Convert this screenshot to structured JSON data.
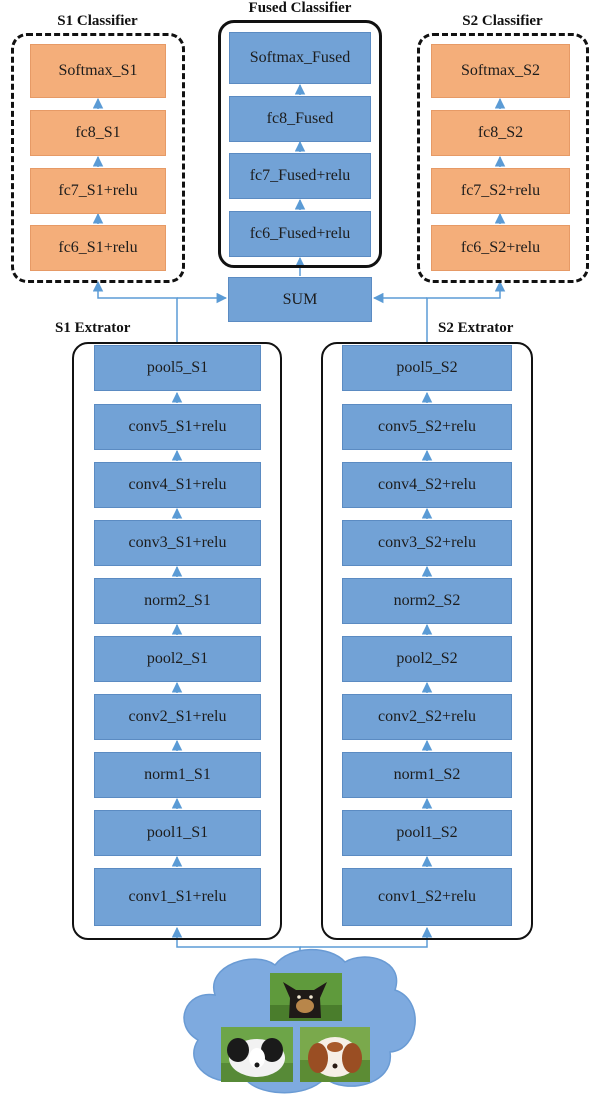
{
  "titles": {
    "s1_classifier": "S1 Classifier",
    "fused_classifier": "Fused Classifier",
    "s2_classifier": "S2  Classifier",
    "s1_extractor": "S1 Extrator",
    "s2_extractor": "S2 Extrator"
  },
  "s1_classifier": [
    "Softmax_S1",
    "fc8_S1",
    "fc7_S1+relu",
    "fc6_S1+relu"
  ],
  "fused_classifier": [
    "Softmax_Fused",
    "fc8_Fused",
    "fc7_Fused+relu",
    "fc6_Fused+relu"
  ],
  "s2_classifier": [
    "Softmax_S2",
    "fc8_S2",
    "fc7_S2+relu",
    "fc6_S2+relu"
  ],
  "sum": "SUM",
  "s1_extractor": [
    "pool5_S1",
    "conv5_S1+relu",
    "conv4_S1+relu",
    "conv3_S1+relu",
    "norm2_S1",
    "pool2_S1",
    "conv2_S1+relu",
    "norm1_S1",
    "pool1_S1",
    "conv1_S1+relu"
  ],
  "s2_extractor": [
    "pool5_S2",
    "conv5_S2+relu",
    "conv4_S2+relu",
    "conv3_S2+relu",
    "norm2_S2",
    "pool2_S2",
    "conv2_S2+relu",
    "norm1_S2",
    "pool1_S2",
    "conv1_S2+relu"
  ],
  "colors": {
    "layer_blue": "#72a2d6",
    "classifier_orange": "#f4ae7a",
    "arrow": "#5b9bd5",
    "cloud": "#7eaadf"
  },
  "input_images": [
    "chihuahua-dog-photo",
    "japanese-chin-dog-photo",
    "cavalier-spaniel-dog-photo"
  ]
}
